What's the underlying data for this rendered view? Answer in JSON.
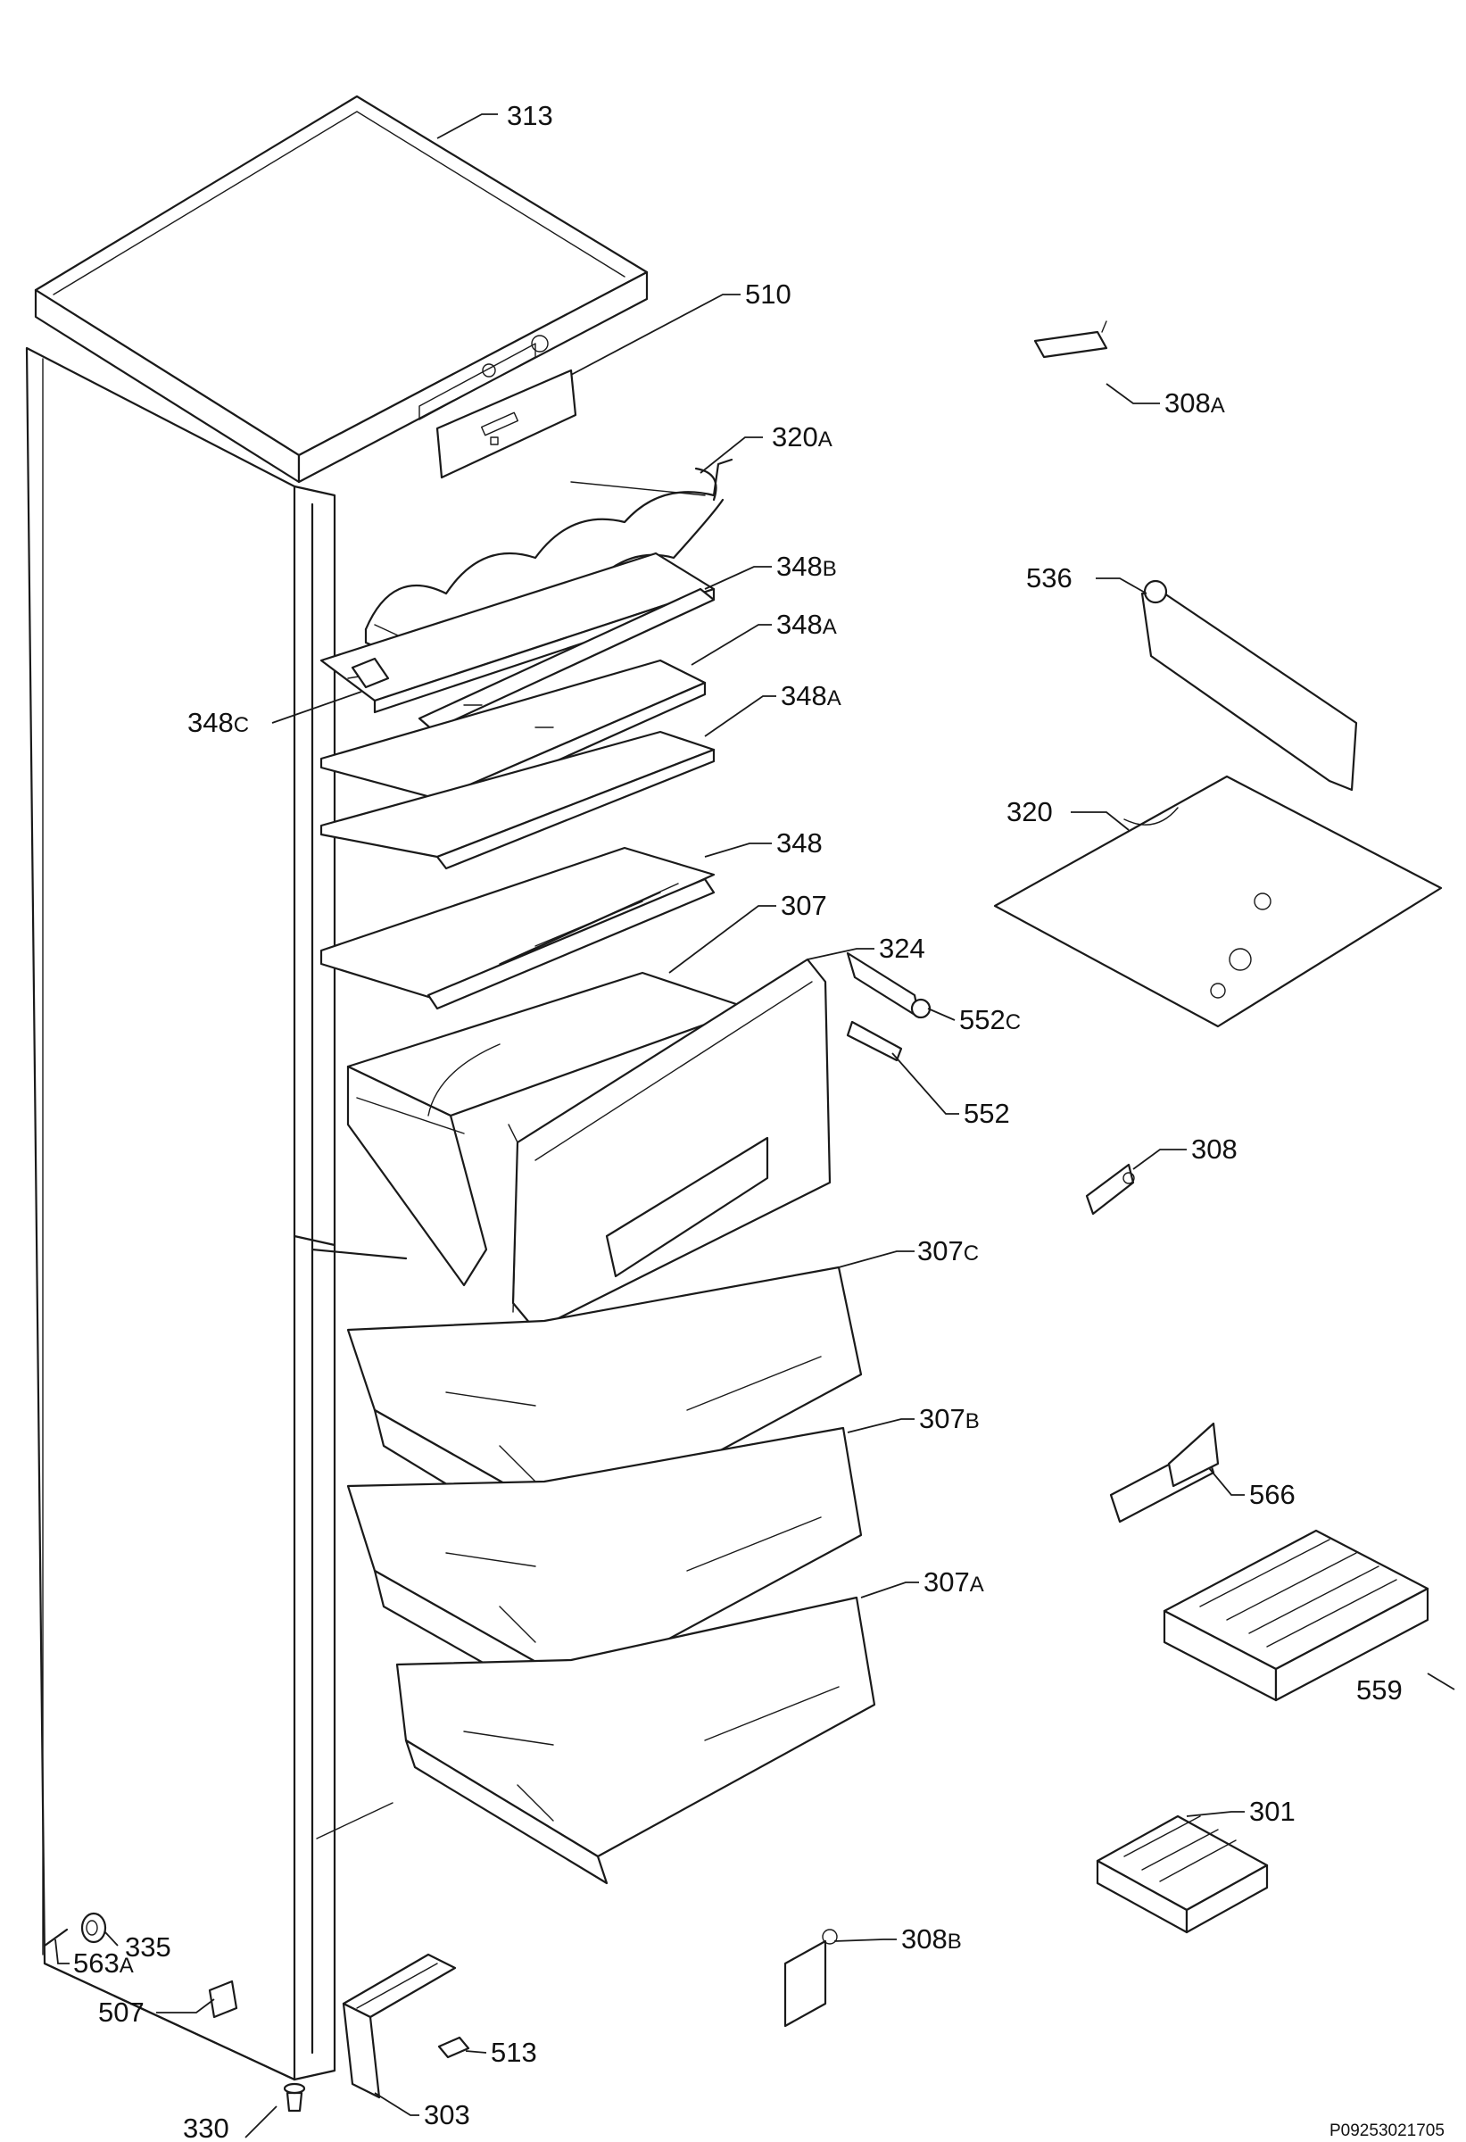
{
  "callouts": [
    {
      "num": "313",
      "suffix": ""
    },
    {
      "num": "510",
      "suffix": ""
    },
    {
      "num": "320",
      "suffix": "A"
    },
    {
      "num": "348",
      "suffix": "B"
    },
    {
      "num": "348",
      "suffix": "A"
    },
    {
      "num": "348",
      "suffix": "C"
    },
    {
      "num": "348",
      "suffix": "A"
    },
    {
      "num": "348",
      "suffix": ""
    },
    {
      "num": "307",
      "suffix": ""
    },
    {
      "num": "324",
      "suffix": ""
    },
    {
      "num": "552",
      "suffix": "C"
    },
    {
      "num": "552",
      "suffix": ""
    },
    {
      "num": "307",
      "suffix": "C"
    },
    {
      "num": "307",
      "suffix": "B"
    },
    {
      "num": "307",
      "suffix": "A"
    },
    {
      "num": "308",
      "suffix": "A"
    },
    {
      "num": "536",
      "suffix": ""
    },
    {
      "num": "320",
      "suffix": ""
    },
    {
      "num": "308",
      "suffix": ""
    },
    {
      "num": "566",
      "suffix": ""
    },
    {
      "num": "559",
      "suffix": ""
    },
    {
      "num": "301",
      "suffix": ""
    },
    {
      "num": "308",
      "suffix": "B"
    },
    {
      "num": "335",
      "suffix": ""
    },
    {
      "num": "563",
      "suffix": "A"
    },
    {
      "num": "507",
      "suffix": ""
    },
    {
      "num": "513",
      "suffix": ""
    },
    {
      "num": "330",
      "suffix": ""
    },
    {
      "num": "303",
      "suffix": ""
    }
  ],
  "drawing_code": "P09253021705"
}
